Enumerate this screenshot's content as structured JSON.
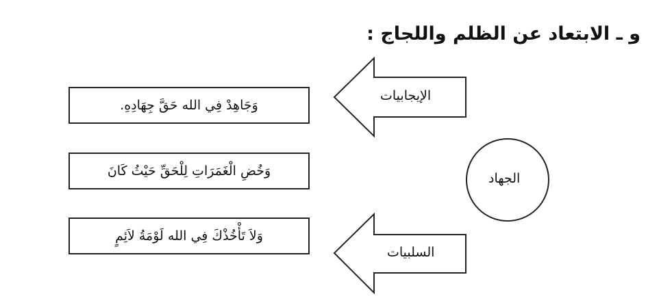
{
  "title": "و ـ الابتعاد عن الظلم واللجاج :",
  "center": {
    "label": "الجهاد"
  },
  "arrows": [
    {
      "label": "الإيجابيات"
    },
    {
      "label": "السلبيات"
    }
  ],
  "boxes": [
    {
      "text": "وَجَاهِدْ فِي الله حَقَّ جِهَادِهِ."
    },
    {
      "text": "وَخُضِ الْغَمَرَاتِ لِلْحَقِّ حَيْثُ كَانَ"
    },
    {
      "text": "وَلاَ تَأْخُذْكَ فِي الله لَوْمَةُ لاَئِمٍ"
    }
  ]
}
